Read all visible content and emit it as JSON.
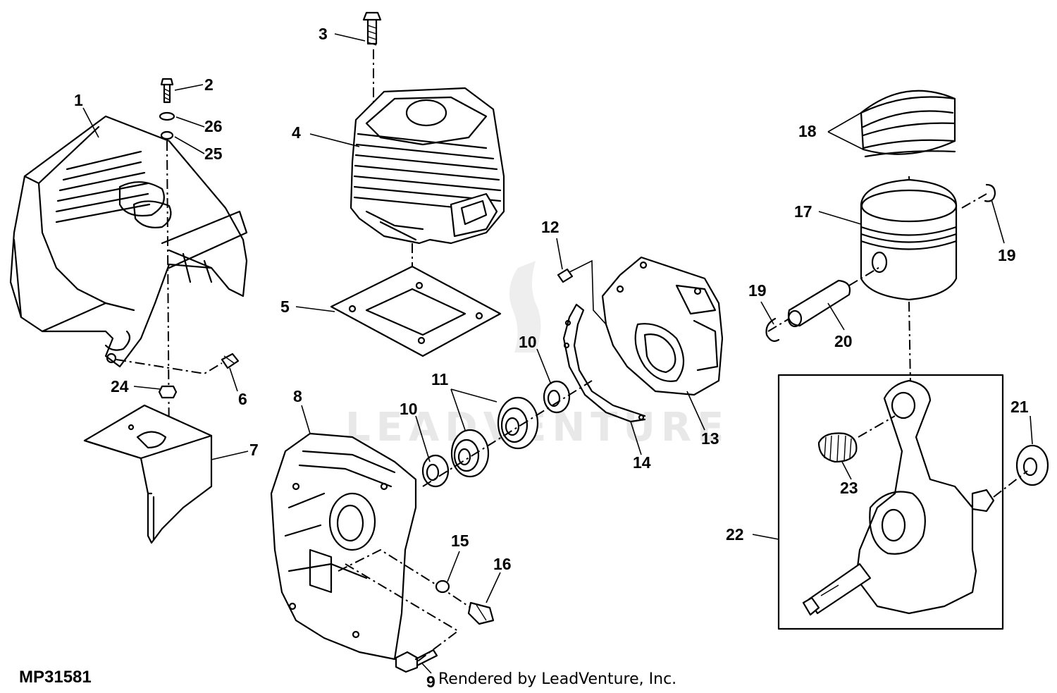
{
  "diagram": {
    "reference_id": "MP31581",
    "credit": "Rendered by LeadVenture, Inc.",
    "watermark": "LEADVENTURE",
    "callouts": [
      "1",
      "2",
      "3",
      "4",
      "5",
      "6",
      "7",
      "8",
      "9",
      "10",
      "10",
      "11",
      "12",
      "13",
      "14",
      "15",
      "16",
      "17",
      "18",
      "19",
      "19",
      "20",
      "21",
      "22",
      "23",
      "24",
      "25",
      "26"
    ]
  }
}
